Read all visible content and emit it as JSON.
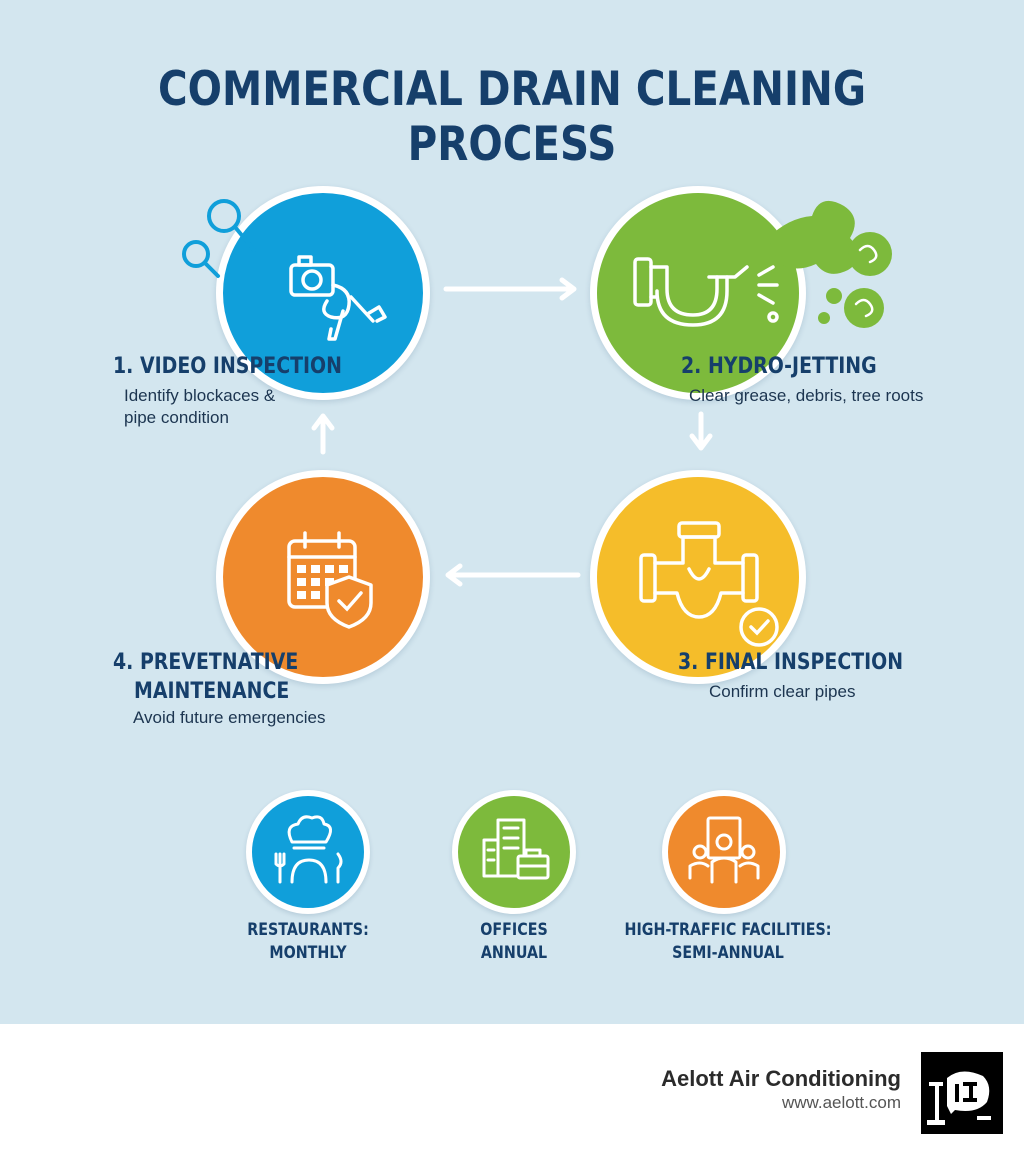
{
  "title": "COMMERCIAL DRAIN CLEANING PROCESS",
  "steps": [
    {
      "title": "1. VIDEO INSPECTION",
      "desc_lines": [
        "Identify blockaces &",
        "pipe condition"
      ],
      "color": "#109fda",
      "icon": "camera-inspection-icon"
    },
    {
      "title": "2. HYDRO-JETTING",
      "desc_lines": [
        "Clear grease, debris, tree roots"
      ],
      "color": "#7dba3c",
      "icon": "hydro-jet-pipe-icon"
    },
    {
      "title": "3. FINAL INSPECTION",
      "desc_lines": [
        "Confirm clear pipes"
      ],
      "color": "#f5bd2a",
      "icon": "clear-pipe-check-icon"
    },
    {
      "title_lines": [
        "4. PREVETNATIVE",
        "MAINTENANCE"
      ],
      "desc_lines": [
        "Avoid future emergencies"
      ],
      "color": "#ef8a2d",
      "icon": "calendar-shield-icon"
    }
  ],
  "frequencies": [
    {
      "lines": [
        "RESTAURANTS:",
        "MONTHLY"
      ],
      "color": "#109fda",
      "icon": "chef-dining-icon"
    },
    {
      "lines": [
        "OFFICES",
        "ANNUAL"
      ],
      "color": "#7dba3c",
      "icon": "office-building-icon"
    },
    {
      "lines": [
        "HIGH-TRAFFIC FACILITIES:",
        "SEMI-ANNUAL"
      ],
      "color": "#ef8a2d",
      "icon": "crowd-people-icon"
    }
  ],
  "footer": {
    "brand_name": "Aelott Air Conditioning",
    "url": "www.aelott.com",
    "logo_icon": "brand-logo-icon"
  },
  "colors": {
    "background": "#d3e6ef",
    "title": "#163f6b",
    "arrow": "#ffffff"
  }
}
